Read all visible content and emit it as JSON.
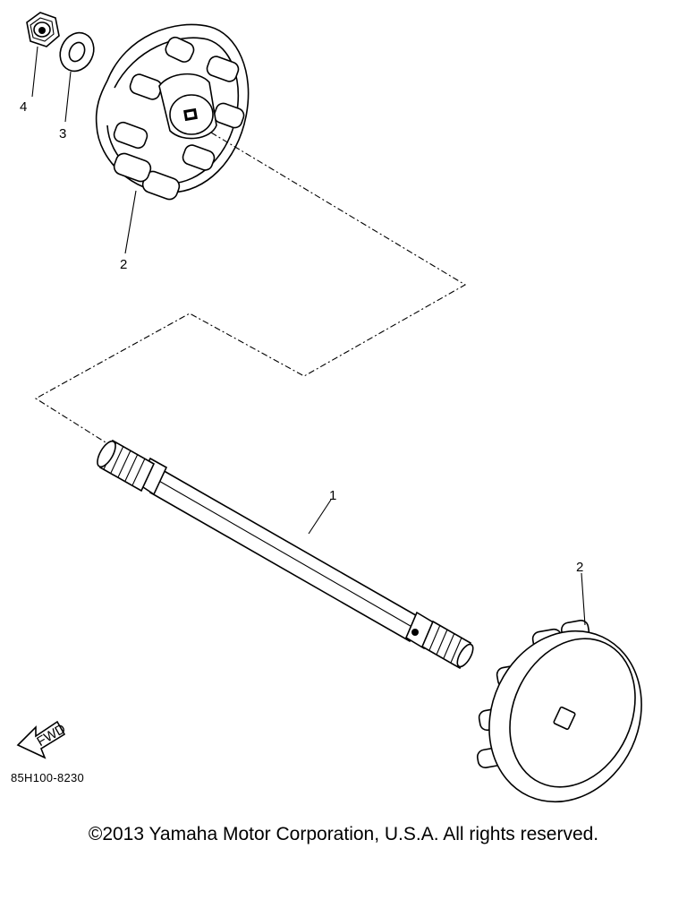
{
  "diagram": {
    "callouts": {
      "nut": "4",
      "washer": "3",
      "coupling_upper": "2",
      "shaft": "1",
      "coupling_lower": "2"
    },
    "fwd_arrow_label": "FWD",
    "drawing_code": "85H100-8230",
    "copyright": "©2013 Yamaha Motor Corporation, U.S.A. All rights reserved."
  }
}
